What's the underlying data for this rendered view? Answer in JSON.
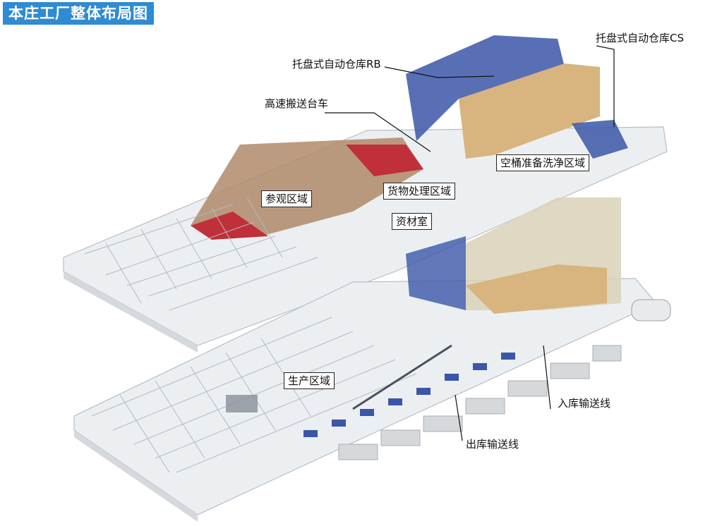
{
  "title": "本庄工厂整体布局图",
  "labels": {
    "rb": "托盘式自动仓库RB",
    "cs": "托盘式自动仓库CS",
    "cart": "高速搬送台车",
    "bin_wash": "空桶准备洗净区域",
    "visit": "参观区域",
    "cargo": "货物处理区域",
    "material": "资材室",
    "production": "生产区域",
    "inbound": "入库输送线",
    "outbound": "出库输送线"
  },
  "colors": {
    "title_bg": "#2f8bd2",
    "floor": "#e9ecef",
    "wall": "#c9ced3",
    "rack_blue": "#3b56a8",
    "rack_tan": "#d8b47e",
    "visit_red": "#c0303a",
    "visit_brown": "#b08a6a"
  }
}
